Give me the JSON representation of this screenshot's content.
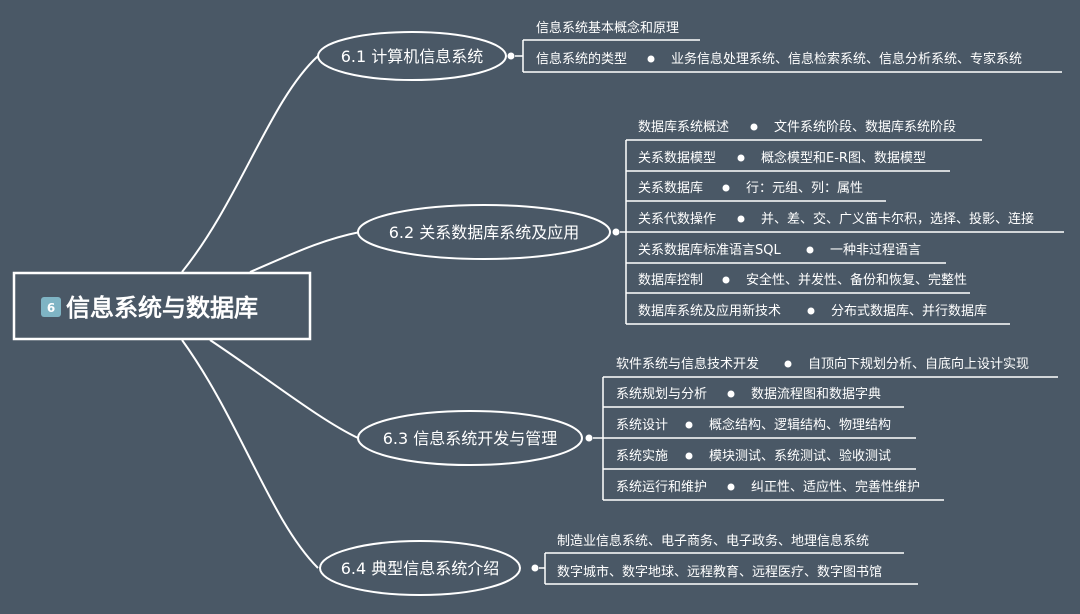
{
  "root": {
    "badge": "6",
    "title": "信息系统与数据库"
  },
  "branches": [
    {
      "title": "6.1 计算机信息系统",
      "items": [
        {
          "label": "信息系统基本概念和原理"
        },
        {
          "label": "信息系统的类型",
          "detail": "业务信息处理系统、信息检索系统、信息分析系统、专家系统"
        }
      ]
    },
    {
      "title": "6.2 关系数据库系统及应用",
      "items": [
        {
          "label": "数据库系统概述",
          "detail": "文件系统阶段、数据库系统阶段"
        },
        {
          "label": "关系数据模型",
          "detail": "概念模型和E-R图、数据模型"
        },
        {
          "label": "关系数据库",
          "detail": "行：元组、列：属性"
        },
        {
          "label": "关系代数操作",
          "detail": "并、差、交、广义笛卡尔积，选择、投影、连接"
        },
        {
          "label": "关系数据库标准语言SQL",
          "detail": "一种非过程语言"
        },
        {
          "label": "数据库控制",
          "detail": "安全性、并发性、备份和恢复、完整性"
        },
        {
          "label": "数据库系统及应用新技术",
          "detail": "分布式数据库、并行数据库"
        }
      ]
    },
    {
      "title": "6.3 信息系统开发与管理",
      "items": [
        {
          "label": "软件系统与信息技术开发",
          "detail": "自顶向下规划分析、自底向上设计实现"
        },
        {
          "label": "系统规划与分析",
          "detail": "数据流程图和数据字典"
        },
        {
          "label": "系统设计",
          "detail": "概念结构、逻辑结构、物理结构"
        },
        {
          "label": "系统实施",
          "detail": "模块测试、系统测试、验收测试"
        },
        {
          "label": "系统运行和维护",
          "detail": "纠正性、适应性、完善性维护"
        }
      ]
    },
    {
      "title": "6.4 典型信息系统介绍",
      "items": [
        {
          "label": "制造业信息系统、电子商务、电子政务、地理信息系统"
        },
        {
          "label": "数字城市、数字地球、远程教育、远程医疗、数字图书馆"
        }
      ]
    }
  ],
  "colors": {
    "background": "#4a5866",
    "line": "#ffffff",
    "badge": "#7fb4c4",
    "root_fill": "#4a5866"
  }
}
